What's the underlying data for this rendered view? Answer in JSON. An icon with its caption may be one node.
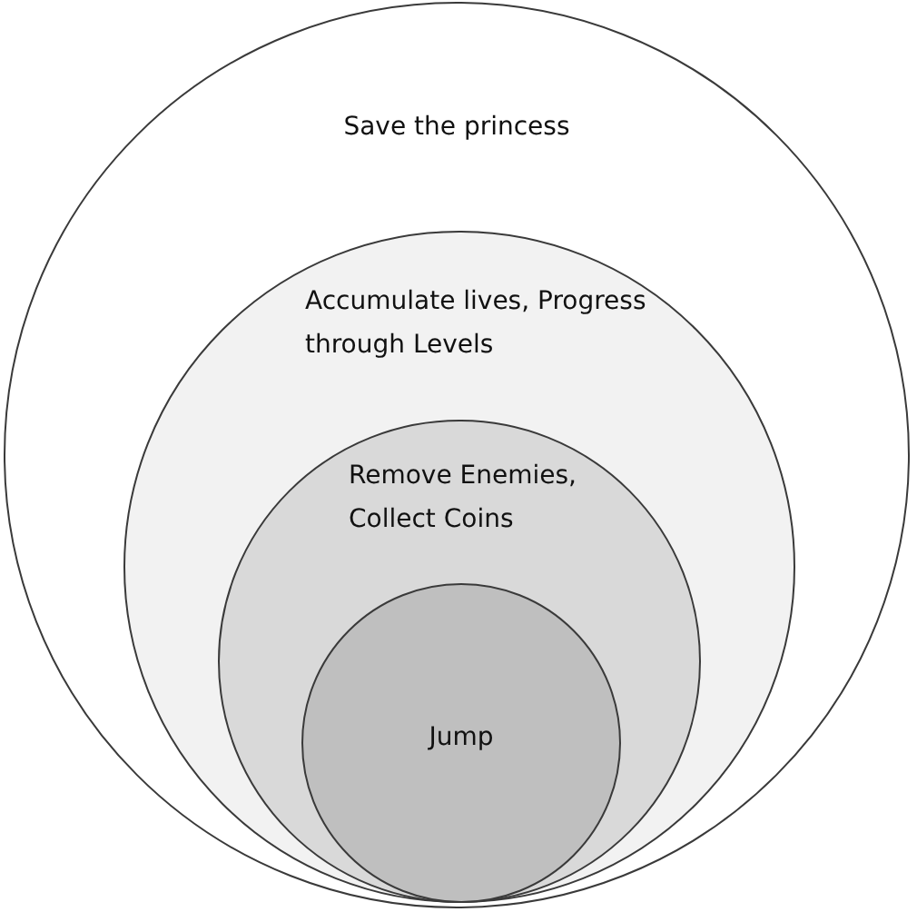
{
  "diagram": {
    "nodes": [
      {
        "text": [
          "Save the princess"
        ]
      },
      {
        "text": [
          "Accumulate lives, Progress through Levels"
        ],
        "in": 0
      },
      {
        "text": [
          "Remove Enemies, Collect Coins"
        ],
        "in": 1
      },
      {
        "text": [
          "Jump"
        ],
        "in": 2
      }
    ]
  }
}
